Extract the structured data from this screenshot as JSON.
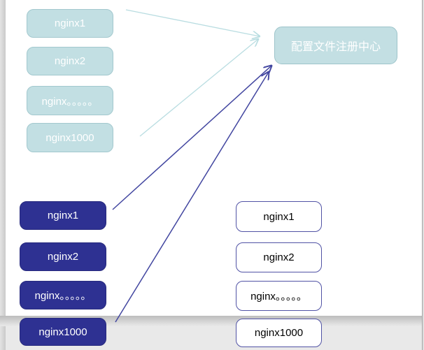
{
  "registry_node": {
    "label": "配置文件注册中心"
  },
  "top_nginx_group": {
    "items": [
      {
        "label": "nginx1"
      },
      {
        "label": "nginx2"
      },
      {
        "label": "nginx。。。。。"
      },
      {
        "label": "nginx1000"
      }
    ]
  },
  "bottom_left_nginx_group": {
    "items": [
      {
        "label": "nginx1"
      },
      {
        "label": "nginx2"
      },
      {
        "label": "nginx。。。。。"
      },
      {
        "label": "nginx1000"
      }
    ]
  },
  "bottom_right_nginx_group": {
    "items": [
      {
        "label": "nginx1"
      },
      {
        "label": "nginx2"
      },
      {
        "label": "nginx。。。。。"
      },
      {
        "label": "nginx1000"
      }
    ]
  },
  "arrows": [
    {
      "from": "top-nginx1",
      "to": "registry",
      "style": "teal"
    },
    {
      "from": "top-nginx1000",
      "to": "registry",
      "style": "teal"
    },
    {
      "from": "bottom-left-nginx1",
      "to": "registry",
      "style": "indigo"
    },
    {
      "from": "bottom-left-nginx1000",
      "to": "registry",
      "style": "indigo"
    }
  ],
  "colors": {
    "teal_fill": "#c2dfe3",
    "teal_border": "#a2c8ce",
    "teal_arrow": "#b9dde1",
    "indigo_fill": "#2e3192",
    "indigo_arrow": "#4246a0",
    "white_box_border": "#5153a5",
    "canvas": "#ffffff",
    "page_background": "#e9e9e9"
  }
}
